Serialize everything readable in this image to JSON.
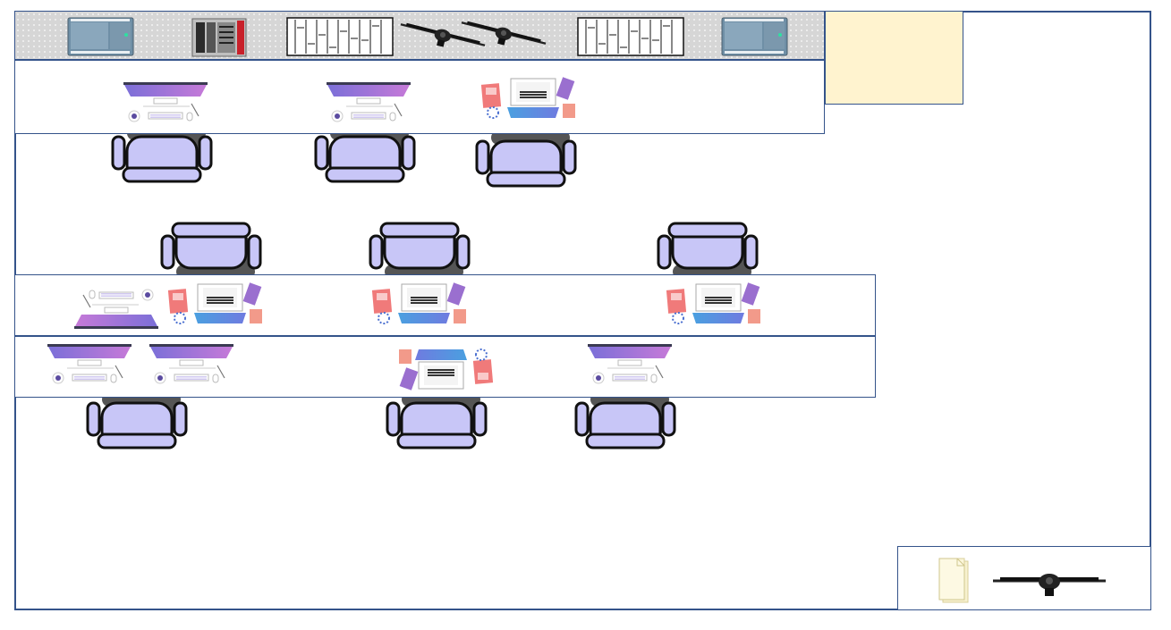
{
  "layout_labels": [],
  "colors": {
    "wall": "#34538a",
    "chair": "#c8c6f7",
    "monitor_gradient_start": "#7a6fd8",
    "monitor_gradient_end": "#c77ad8",
    "note_box": "#fff3cf",
    "hardware_strip": "#d6d6d6"
  },
  "hardware_strip": {
    "items": [
      "plc-module-icon",
      "industrial-controller-icon",
      "patch-panel-icon",
      "fiber-cable-icon",
      "fiber-cable-icon",
      "patch-panel-icon",
      "plc-module-icon"
    ]
  },
  "rows": [
    {
      "name": "desk-row-1",
      "workstations": [
        "monitor-keyboard-icon",
        "monitor-keyboard-icon",
        "laptop-workspace-icon"
      ],
      "chairs": 3
    },
    {
      "name": "desk-row-2",
      "workstations": [
        "keyboard-monitor-icon",
        "laptop-workspace-icon",
        "laptop-workspace-icon",
        "laptop-workspace-icon"
      ],
      "chairs": 3
    },
    {
      "name": "desk-row-3",
      "workstations": [
        "monitor-keyboard-icon",
        "monitor-keyboard-icon",
        "laptop-workspace-icon",
        "monitor-keyboard-icon"
      ],
      "chairs": 3
    }
  ],
  "corner_station": {
    "items": [
      "documents-icon",
      "fiber-cable-icon"
    ]
  }
}
